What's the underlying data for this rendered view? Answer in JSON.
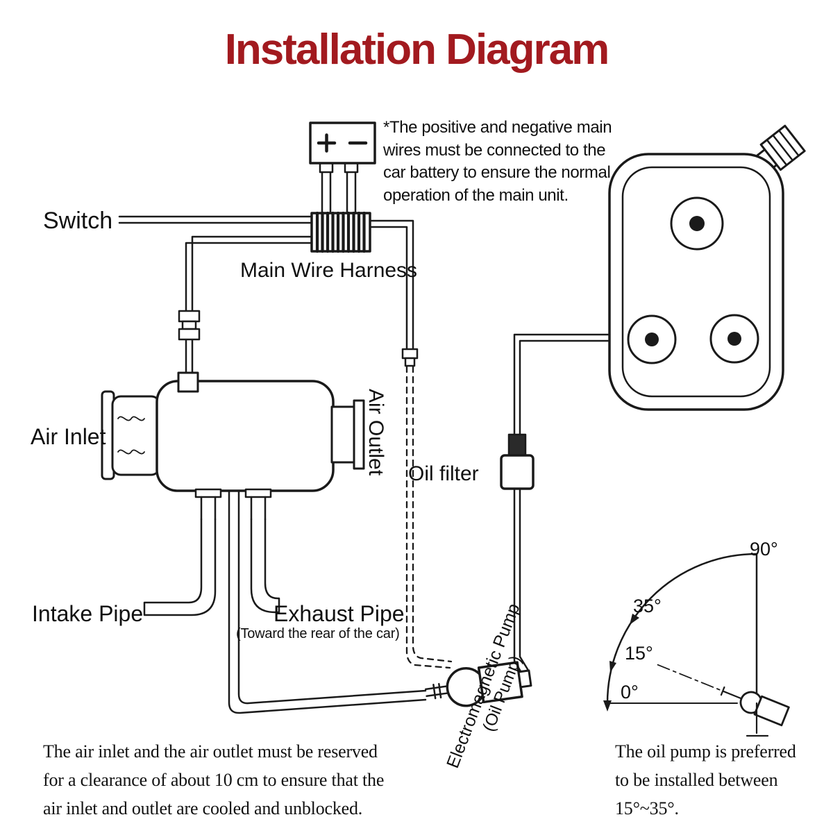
{
  "title": "Installation Diagram",
  "colors": {
    "title_red": "#a21a1f",
    "ink": "#1a1a1a",
    "background": "#ffffff"
  },
  "battery_note": {
    "lines": [
      "*The positive and negative main",
      "wires must be connected to the",
      "car battery to ensure the normal",
      "operation of the main unit."
    ]
  },
  "labels": {
    "switch": "Switch",
    "main_wire_harness": "Main Wire Harness",
    "air_inlet": "Air Inlet",
    "air_outlet": "Air Outlet",
    "oil_filter": "Oil filter",
    "intake_pipe": "Intake Pipe",
    "exhaust_pipe": "Exhaust Pipe",
    "exhaust_pipe_note": "(Toward the rear of the car)",
    "pump_line1": "Electromagnetic Pump",
    "pump_line2": "(Oil Pump)"
  },
  "angle_gauge": {
    "deg_90": "90°",
    "deg_35": "35°",
    "deg_15": "15°",
    "deg_0": "0°"
  },
  "footnotes": {
    "air_note_lines": [
      "The air inlet and the air outlet must be reserved",
      "for a clearance of about 10 cm to ensure that the",
      "air inlet and outlet are cooled and unblocked."
    ],
    "pump_note_lines": [
      "The oil pump is preferred",
      "to be installed between",
      "15°~35°."
    ]
  }
}
